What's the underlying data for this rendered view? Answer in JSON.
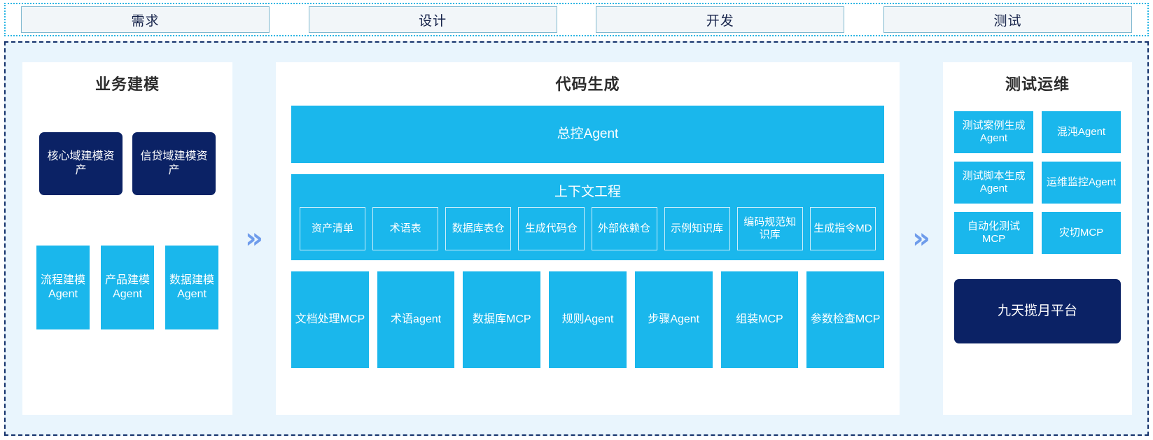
{
  "phases": [
    {
      "label": "需求"
    },
    {
      "label": "设计"
    },
    {
      "label": "开发"
    },
    {
      "label": "测试"
    }
  ],
  "arrows": {
    "glyph": "»",
    "color": "#6f9ceb"
  },
  "colors": {
    "cyan": "#1ab7ec",
    "navy": "#0b2265",
    "region_background": "#e9f5fd",
    "card_background": "#ffffff",
    "phase_box_background": "#f2f6f9",
    "phase_border": "#7fb8cf",
    "outer_dotted_border": "#2bb6e4",
    "inner_dashed_border": "#12306a"
  },
  "left_panel": {
    "title": "业务建模",
    "assets": [
      {
        "label": "核心域建模资产"
      },
      {
        "label": "信贷域建模资产"
      }
    ],
    "agents": [
      {
        "label": "流程建模Agent"
      },
      {
        "label": "产品建模Agent"
      },
      {
        "label": "数据建模Agent"
      }
    ]
  },
  "center_panel": {
    "title": "代码生成",
    "master_agent": "总控Agent",
    "context_engineering": {
      "title": "上下文工程",
      "items": [
        {
          "label": "资产清单"
        },
        {
          "label": "术语表"
        },
        {
          "label": "数据库表仓"
        },
        {
          "label": "生成代码仓"
        },
        {
          "label": "外部依赖仓"
        },
        {
          "label": "示例知识库"
        },
        {
          "label": "编码规范知识库"
        },
        {
          "label": "生成指令MD"
        }
      ]
    },
    "tools": [
      {
        "label": "文档处理MCP"
      },
      {
        "label": "术语agent"
      },
      {
        "label": "数据库MCP"
      },
      {
        "label": "规则Agent"
      },
      {
        "label": "步骤Agent"
      },
      {
        "label": "组装MCP"
      },
      {
        "label": "参数检查MCP"
      }
    ]
  },
  "right_panel": {
    "title": "测试运维",
    "items": [
      {
        "label": "测试案例生成Agent"
      },
      {
        "label": "混沌Agent"
      },
      {
        "label": "测试脚本生成Agent"
      },
      {
        "label": "运维监控Agent"
      },
      {
        "label": "自动化测试MCP"
      },
      {
        "label": "灾切MCP"
      }
    ],
    "platform": "九天揽月平台"
  }
}
